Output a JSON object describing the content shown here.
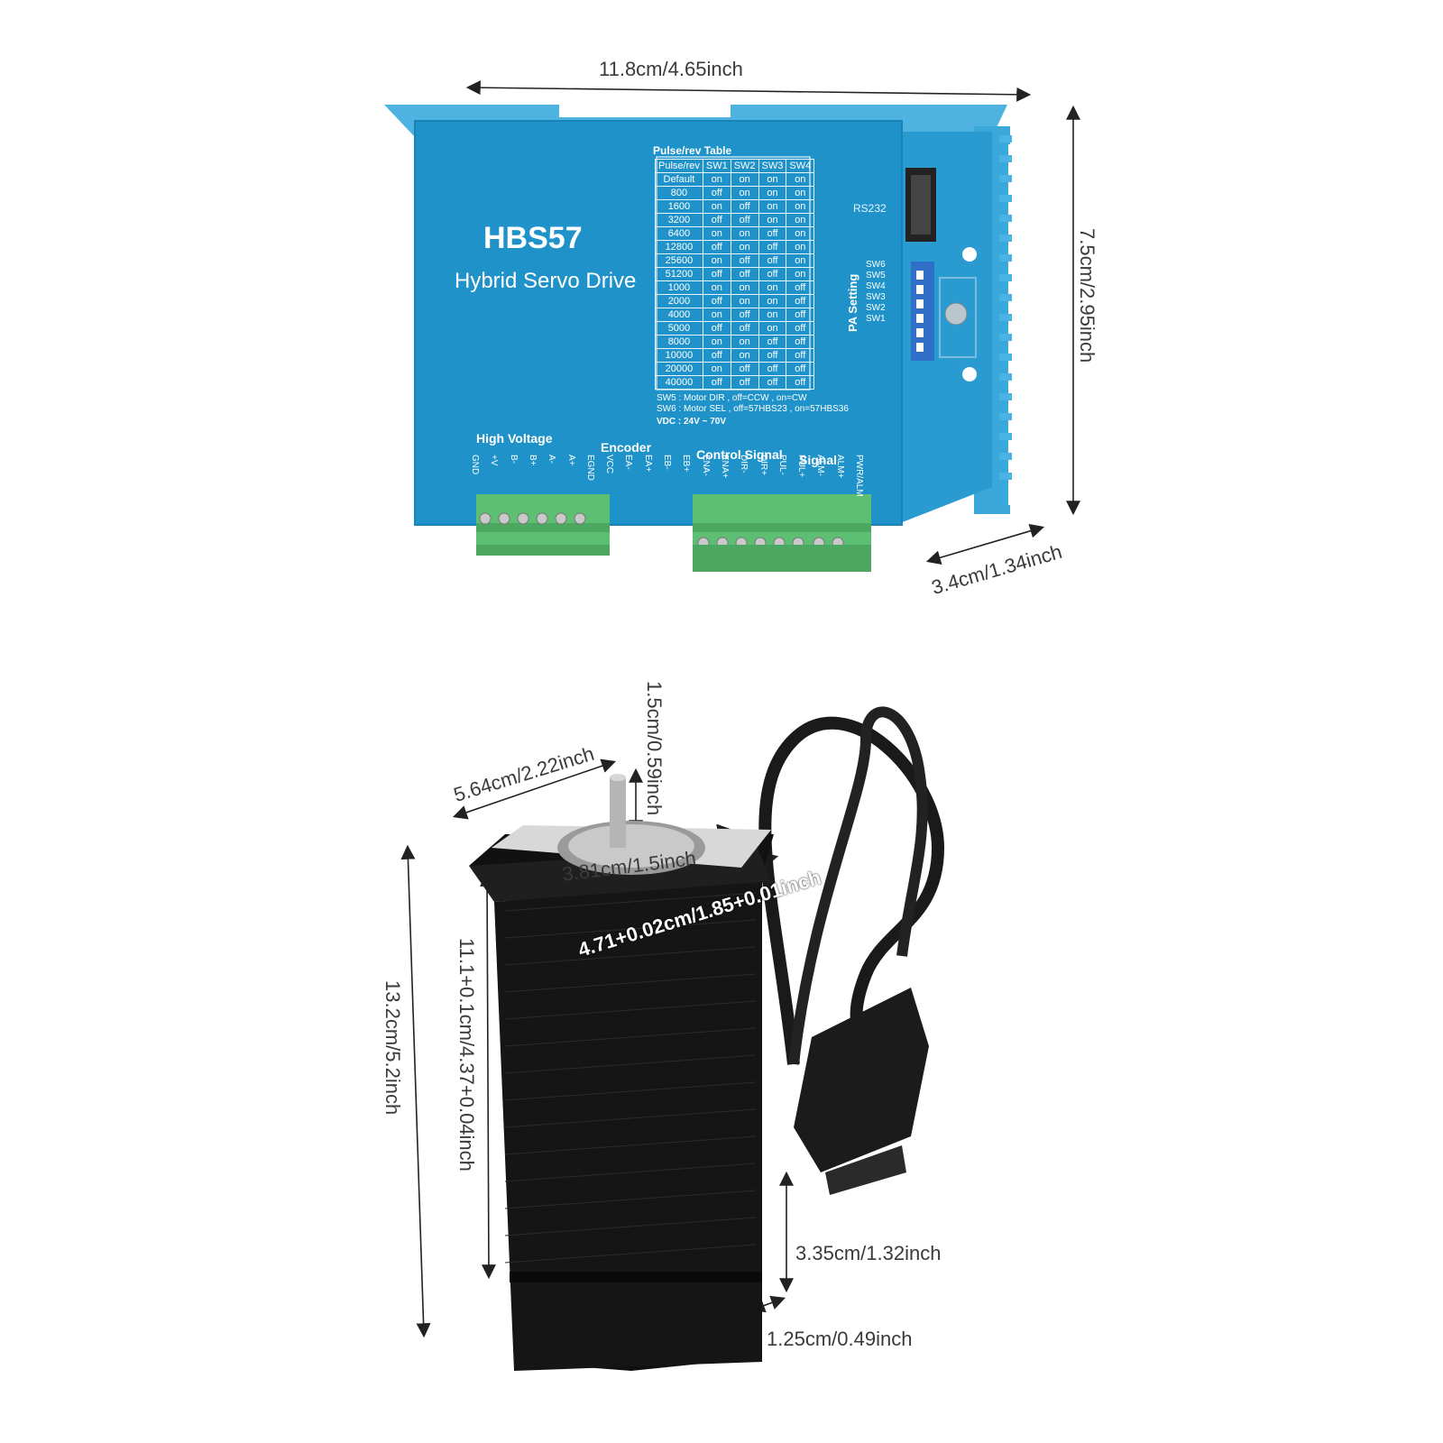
{
  "dimensions": {
    "driver_width": "11.8cm/4.65inch",
    "driver_height": "7.5cm/2.95inch",
    "driver_depth": "3.4cm/1.34inch",
    "shaft_length": "1.5cm/0.59inch",
    "flange_size": "5.64cm/2.22inch",
    "pilot_diameter": "3.81cm/1.5inch",
    "hole_spacing": "4.71+0.02cm/1.85+0.01inch",
    "total_length": "13.2cm/5.2inch",
    "body_length": "11.1+0.1cm/4.37+0.04inch",
    "encoder_length": "3.35cm/1.32inch",
    "encoder_offset": "1.25cm/0.49inch"
  },
  "driver": {
    "model": "HBS57",
    "subtitle": "Hybrid Servo Drive",
    "table_title": "Pulse/rev Table",
    "table_headers": [
      "Pulse/rev",
      "SW1",
      "SW2",
      "SW3",
      "SW4"
    ],
    "table_rows": [
      [
        "Default",
        "on",
        "on",
        "on",
        "on"
      ],
      [
        "800",
        "off",
        "on",
        "on",
        "on"
      ],
      [
        "1600",
        "on",
        "off",
        "on",
        "on"
      ],
      [
        "3200",
        "off",
        "off",
        "on",
        "on"
      ],
      [
        "6400",
        "on",
        "on",
        "off",
        "on"
      ],
      [
        "12800",
        "off",
        "on",
        "off",
        "on"
      ],
      [
        "25600",
        "on",
        "off",
        "off",
        "on"
      ],
      [
        "51200",
        "off",
        "off",
        "off",
        "on"
      ],
      [
        "1000",
        "on",
        "on",
        "on",
        "off"
      ],
      [
        "2000",
        "off",
        "on",
        "on",
        "off"
      ],
      [
        "4000",
        "on",
        "off",
        "on",
        "off"
      ],
      [
        "5000",
        "off",
        "off",
        "on",
        "off"
      ],
      [
        "8000",
        "on",
        "on",
        "off",
        "off"
      ],
      [
        "10000",
        "off",
        "on",
        "off",
        "off"
      ],
      [
        "20000",
        "on",
        "off",
        "off",
        "off"
      ],
      [
        "40000",
        "off",
        "off",
        "off",
        "off"
      ]
    ],
    "note_sw5": "SW5 : Motor DIR , off=CCW , on=CW",
    "note_sw6": "SW6 : Motor SEL , off=57HBS23 , on=57HBS36",
    "note_vdc": "VDC : 24V ~ 70V",
    "rs232_label": "RS232",
    "pa_setting": "PA Setting",
    "switches": [
      "SW6",
      "SW5",
      "SW4",
      "SW3",
      "SW2",
      "SW1"
    ],
    "group_high_voltage": "High Voltage",
    "group_encoder": "Encoder",
    "group_control": "Control Signal",
    "group_signal": "Signal",
    "pins": [
      "GND",
      "+V",
      "B-",
      "B+",
      "A-",
      "A+",
      "EGND",
      "VCC",
      "EA-",
      "EA+",
      "EB-",
      "EB+",
      "ENA-",
      "ENA+",
      "DIR-",
      "DIR+",
      "PUL-",
      "PUL+",
      "ALM-",
      "ALM+",
      "PWR/ALM"
    ]
  },
  "colors": {
    "driver_blue": "#1f93c9",
    "heatsink_blue": "#3aa8da",
    "terminal_green": "#5cbf72",
    "motor_black": "#151515"
  }
}
